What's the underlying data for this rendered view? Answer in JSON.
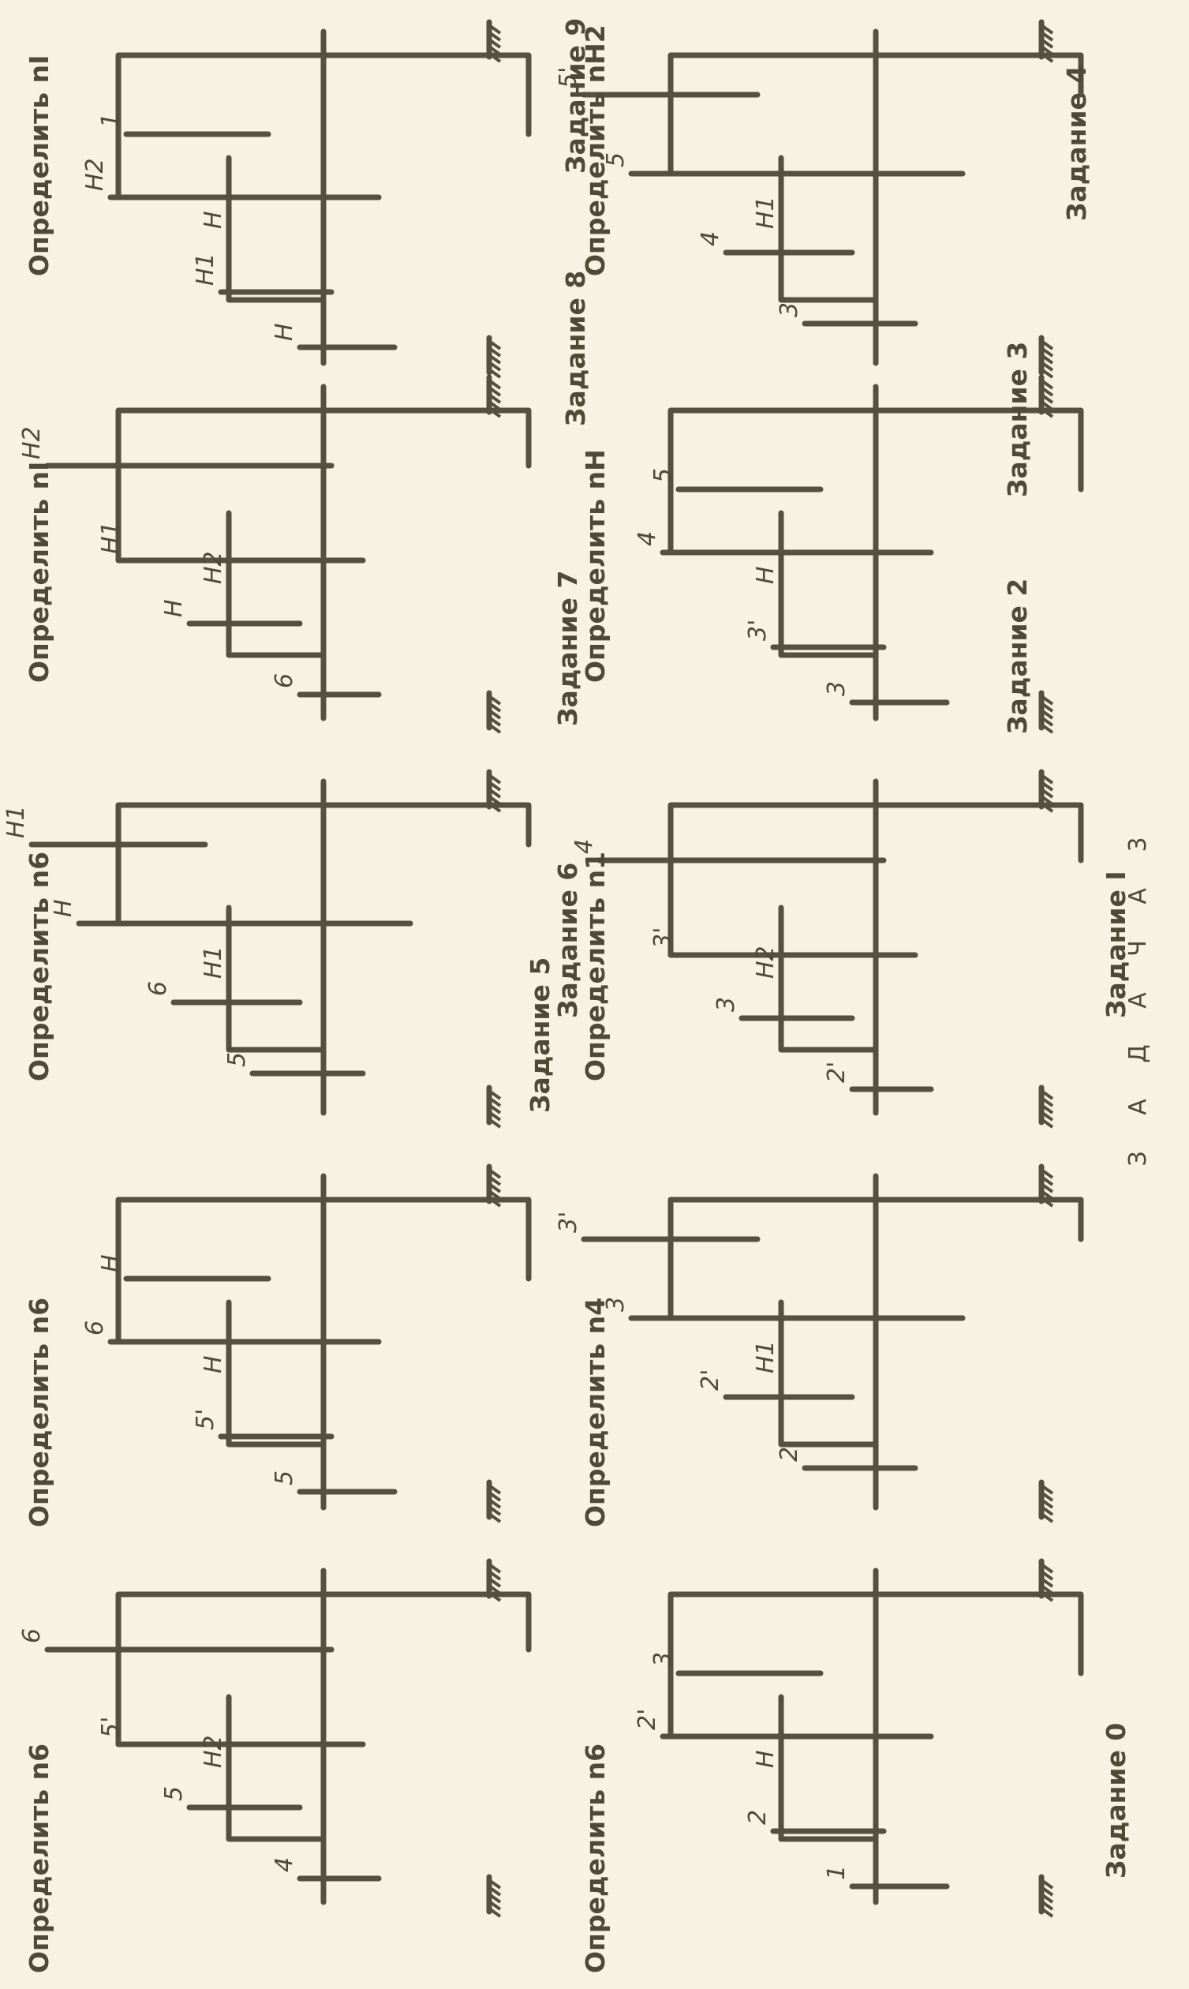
{
  "page": {
    "title": "З А Д А Ч А   3"
  },
  "tasks": [
    {
      "name": "Задание 0",
      "goal": "Определить n6"
    },
    {
      "name": "Задание I",
      "goal": "Определить n4"
    },
    {
      "name": "Задание 2",
      "goal": "Определить n1"
    },
    {
      "name": "Задание 3",
      "goal": "Определить nH"
    },
    {
      "name": "Задание 4",
      "goal": "Определить nH2"
    },
    {
      "name": "Задание 5",
      "goal": "Определить n6"
    },
    {
      "name": "Задание 6",
      "goal": "Определить n6"
    },
    {
      "name": "Задание 7",
      "goal": "Определить n6"
    },
    {
      "name": "Задание 8",
      "goal": "Определить nI"
    },
    {
      "name": "Задание 9",
      "goal": "Определить nI"
    }
  ],
  "gear_labels": [
    "1",
    "2",
    "2'",
    "3",
    "3'",
    "4",
    "5",
    "5'",
    "6",
    "H",
    "H1",
    "H2"
  ]
}
